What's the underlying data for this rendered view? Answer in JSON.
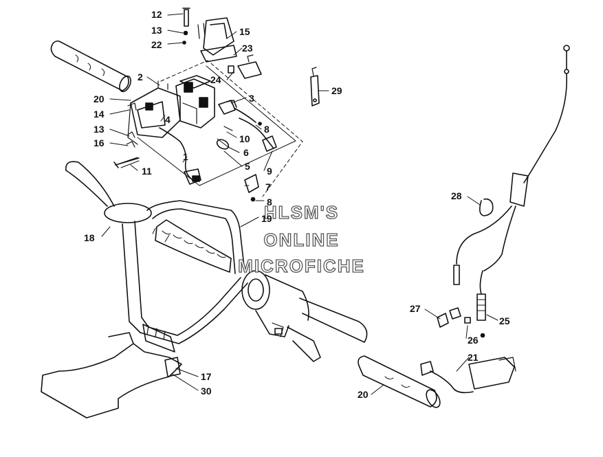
{
  "watermark": {
    "line1": "HLSM'S",
    "line2": "ONLINE",
    "line3": "MICROFICHE"
  },
  "callouts": {
    "c12": "12",
    "c13a": "13",
    "c22": "22",
    "c15": "15",
    "c23": "23",
    "c2": "2",
    "c24": "24",
    "c29": "29",
    "c3": "3",
    "c20a": "20",
    "c14": "14",
    "c13b": "13",
    "c16": "16",
    "c4": "4",
    "c8a": "8",
    "c10": "10",
    "c6": "6",
    "c5": "5",
    "c9": "9",
    "c11": "11",
    "c1": "1",
    "c7": "7",
    "c8b": "8",
    "c19": "19",
    "c18": "18",
    "c28": "28",
    "c27": "27",
    "c25": "25",
    "c26": "26",
    "c21": "21",
    "c17": "17",
    "c30": "30",
    "c20b": "20"
  }
}
